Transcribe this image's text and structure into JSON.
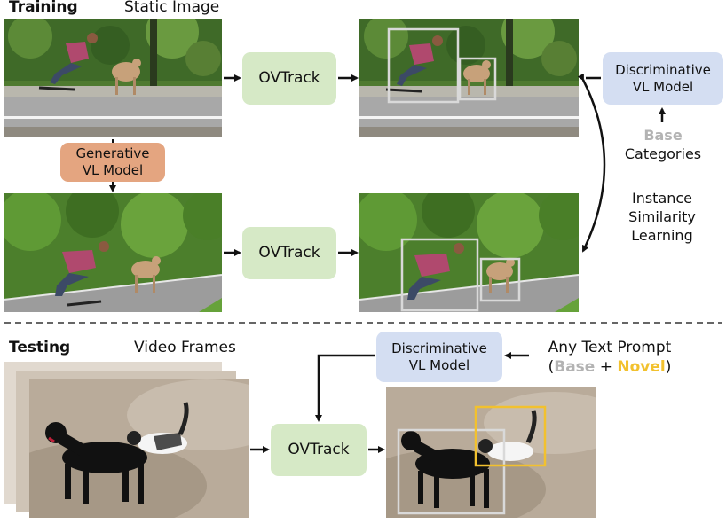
{
  "training": {
    "section_label": "Training",
    "static_image_label": "Static Image",
    "ovtrack_label": "OVTrack",
    "generative_model": {
      "line1": "Generative",
      "line2": "VL Model"
    },
    "discriminative_model": {
      "line1": "Discriminative",
      "line2": "VL Model"
    },
    "base_word": "Base",
    "categories_word": "Categories",
    "instance_similarity": {
      "line1": "Instance",
      "line2": "Similarity",
      "line3": "Learning"
    }
  },
  "testing": {
    "section_label": "Testing",
    "video_frames_label": "Video Frames",
    "ovtrack_label": "OVTrack",
    "discriminative_model": {
      "line1": "Discriminative",
      "line2": "VL Model"
    },
    "prompt_line1": "Any Text Prompt",
    "prompt_open": "(",
    "prompt_base": "Base",
    "prompt_plus": " + ",
    "prompt_novel": "Novel",
    "prompt_close": ")"
  },
  "colors": {
    "ovtrack_box": "#d6e9c6",
    "discriminative_box": "#d4def2",
    "generative_box": "#e4a580",
    "base_text": "#b3b3b3",
    "novel_text": "#f2c12e",
    "novel_box": "#f2c12e",
    "detection_box": "#d9d9d9"
  }
}
